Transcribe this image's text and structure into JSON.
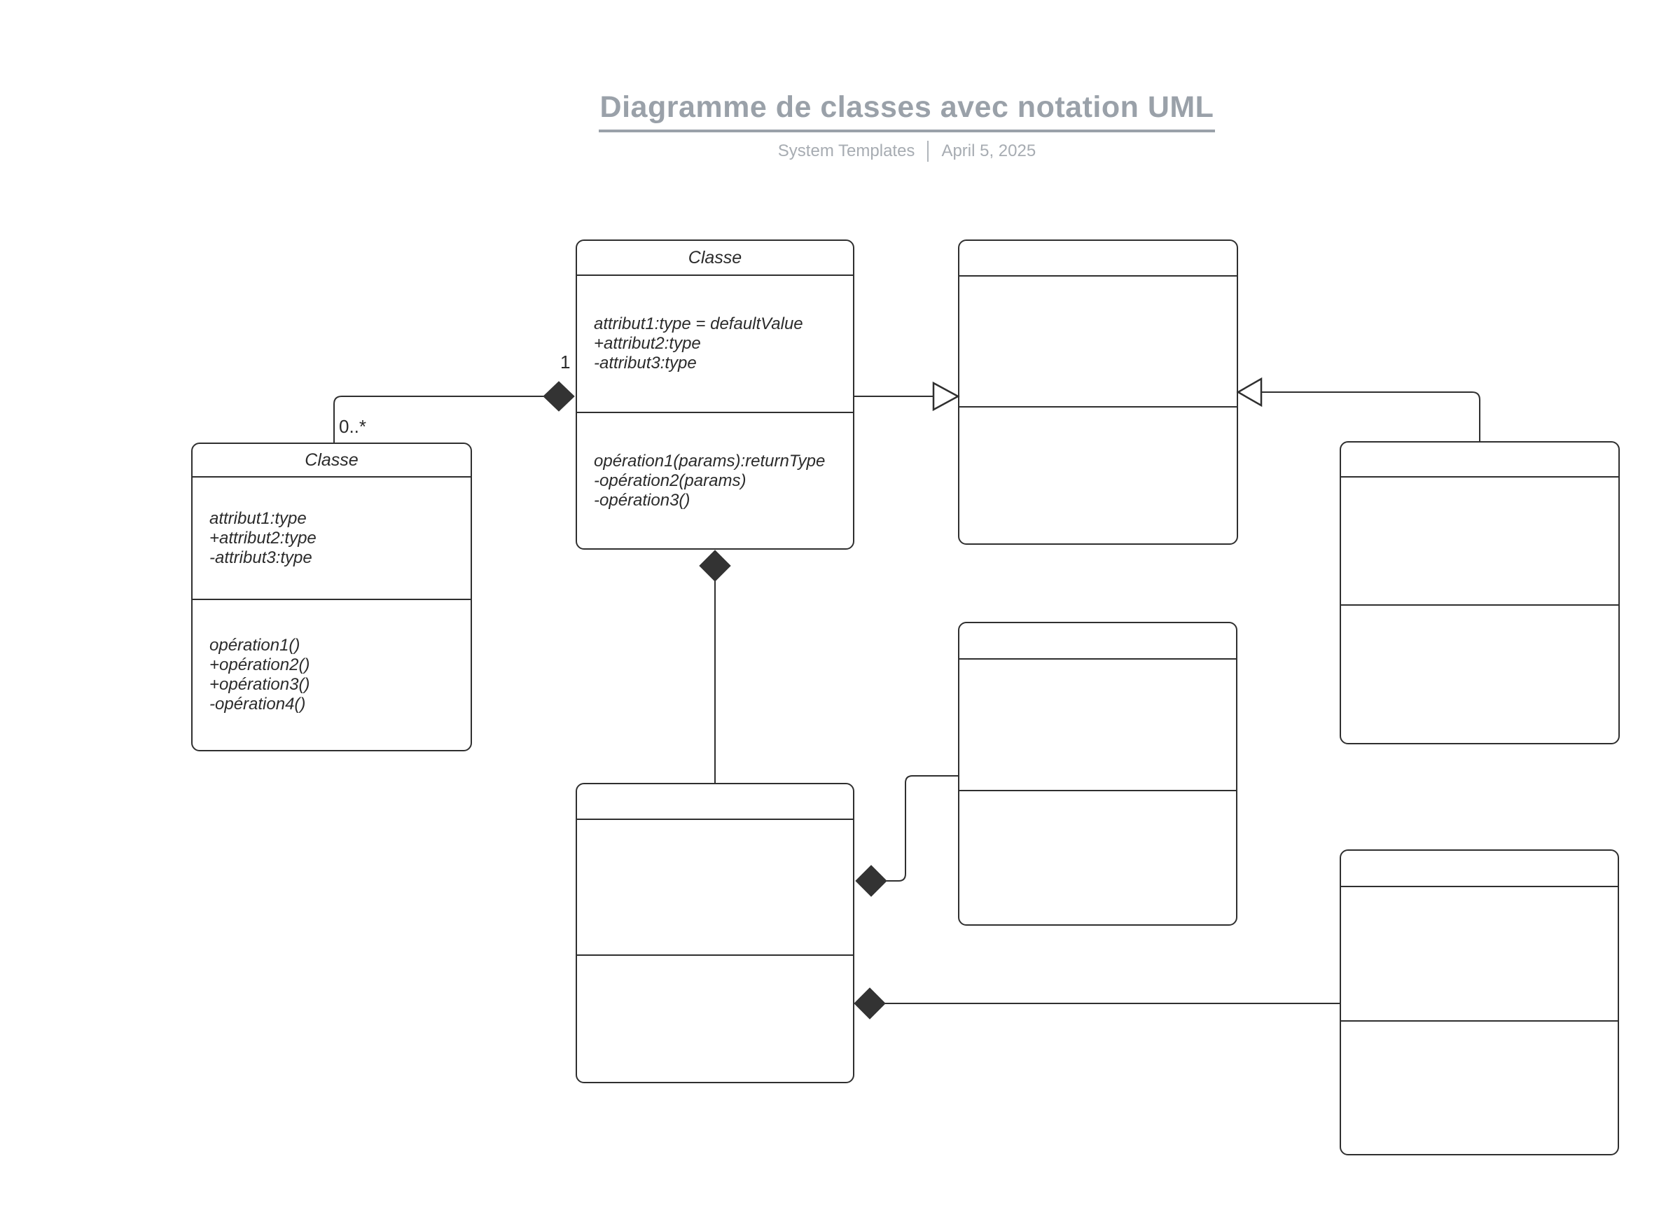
{
  "header": {
    "title": "Diagramme de classes avec notation UML",
    "meta_left": "System Templates",
    "meta_right": "April 5, 2025"
  },
  "uml": {
    "center_class": {
      "name": "Classe",
      "attributes": [
        "attribut1:type = defaultValue",
        "+attribut2:type",
        "-attribut3:type"
      ],
      "operations": [
        "opération1(params):returnType",
        "-opération2(params)",
        "-opération3()"
      ]
    },
    "left_class": {
      "name": "Classe",
      "attributes": [
        "attribut1:type",
        "+attribut2:type",
        "-attribut3:type"
      ],
      "operations": [
        "opération1()",
        "+opération2()",
        "+opération3()",
        "-opération4()"
      ]
    },
    "multiplicity": {
      "one": "1",
      "many": "0..*"
    }
  },
  "colors": {
    "line": "#2f2f2f",
    "text": "#2b2b2b",
    "heading": "#9aa1a9",
    "subheading": "#a7acb2",
    "diamond_fill": "#333333",
    "background": "#ffffff"
  }
}
